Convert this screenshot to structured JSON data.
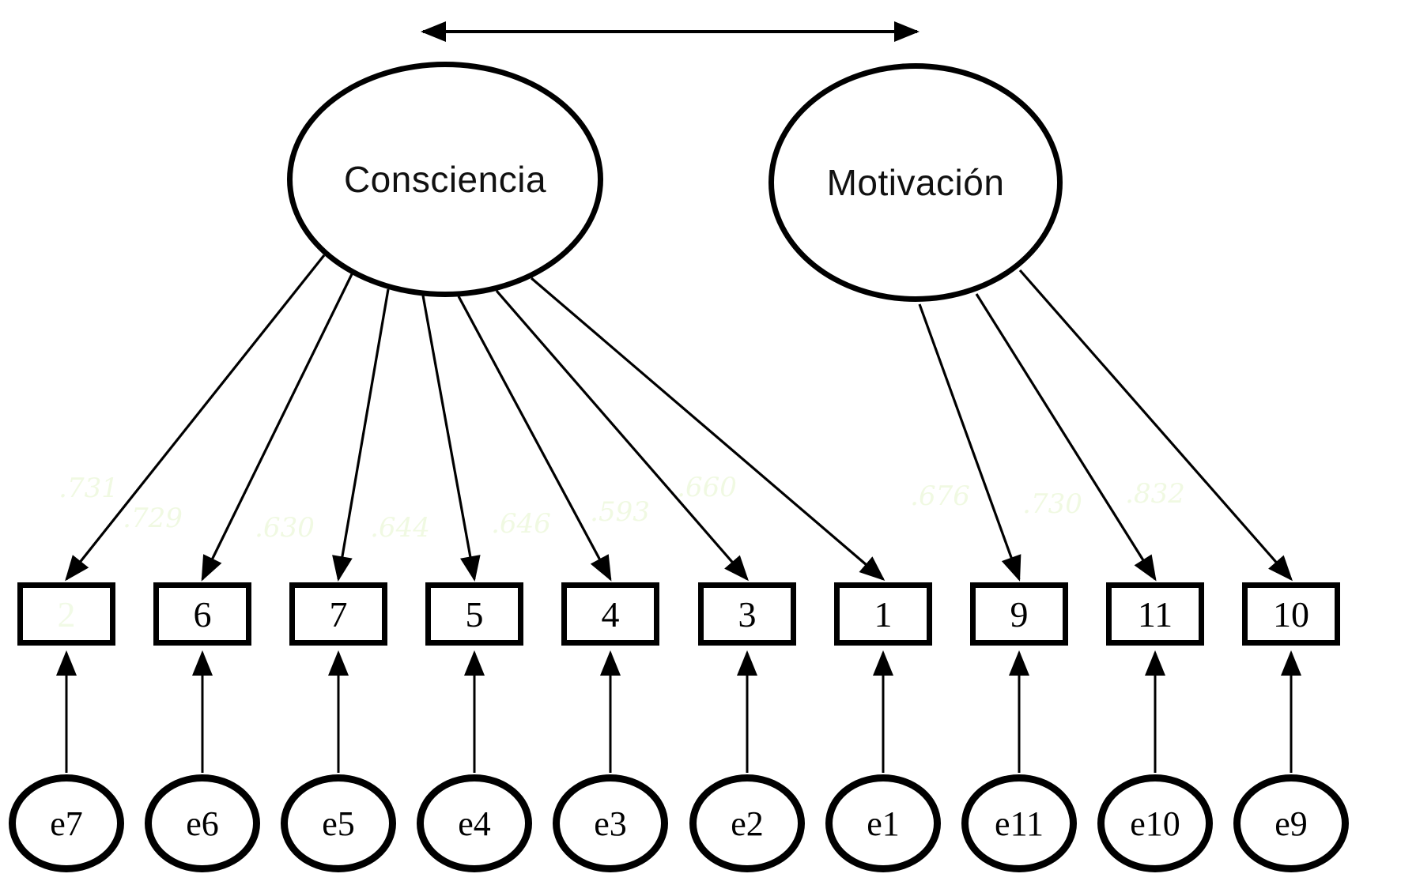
{
  "latents": [
    {
      "label": "Consciencia"
    },
    {
      "label": "Motivación"
    }
  ],
  "covariance": {
    "type": "double-headed-arrow",
    "connects": [
      "Consciencia",
      "Motivación"
    ]
  },
  "indicators": [
    {
      "label": "2",
      "loading": ".731",
      "error": "e7",
      "ghost": true,
      "latent": "Consciencia"
    },
    {
      "label": "6",
      "loading": ".729",
      "error": "e6",
      "ghost": false,
      "latent": "Consciencia"
    },
    {
      "label": "7",
      "loading": ".630",
      "error": "e5",
      "ghost": false,
      "latent": "Consciencia"
    },
    {
      "label": "5",
      "loading": ".644",
      "error": "e4",
      "ghost": false,
      "latent": "Consciencia"
    },
    {
      "label": "4",
      "loading": ".646",
      "error": "e3",
      "ghost": false,
      "latent": "Consciencia"
    },
    {
      "label": "3",
      "loading": ".593",
      "error": "e2",
      "ghost": false,
      "latent": "Consciencia"
    },
    {
      "label": "1",
      "loading": ".660",
      "error": "e1",
      "ghost": false,
      "latent": "Consciencia"
    },
    {
      "label": "9",
      "loading": ".676",
      "error": "e11",
      "ghost": false,
      "latent": "Motivación"
    },
    {
      "label": "11",
      "loading": ".730",
      "error": "e10",
      "ghost": false,
      "latent": "Motivación"
    },
    {
      "label": "10",
      "loading": ".832",
      "error": "e9",
      "ghost": false,
      "latent": "Motivación"
    }
  ],
  "colors": {
    "ink": "#000000",
    "faint_label": "#f0f9e2",
    "background": "#ffffff"
  }
}
